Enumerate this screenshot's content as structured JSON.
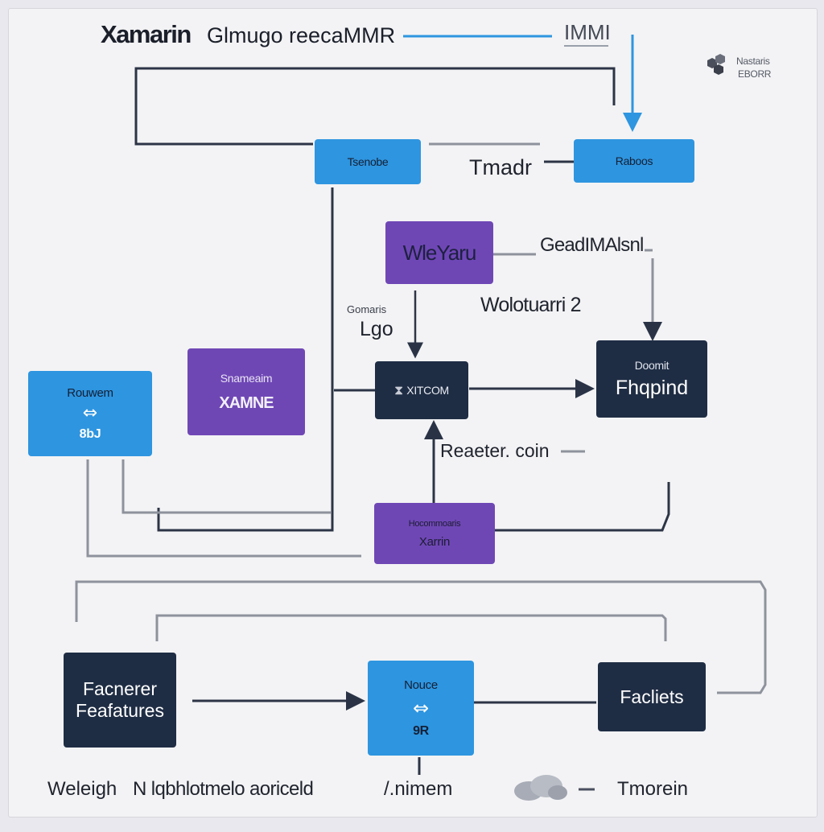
{
  "header": {
    "title": "Xamarin",
    "subtitle": "Glmugo reecaMMR",
    "tag": "IMMI"
  },
  "legend": {
    "line1": "Nastaris",
    "line2": "EBORR"
  },
  "nodes": {
    "tsenobe": "Tsenobe",
    "raboos": "Raboos",
    "wleyaru": "WleYaru",
    "snameaim": {
      "top": "Snameaim",
      "main": "XAMNE"
    },
    "xitcom": "XITCOM",
    "doomit": {
      "top": "Doomit",
      "main": "Fhqpind"
    },
    "rouwem": {
      "top": "Rouwem",
      "bottom": "8bJ"
    },
    "xarrin": {
      "top": "Hocommoaris",
      "main": "Xarrin"
    },
    "facnerer": {
      "line1": "Facnerer",
      "line2": "Feafatures"
    },
    "nouce": {
      "top": "Nouce",
      "bottom": "9R"
    },
    "facliets": "Facliets"
  },
  "labels": {
    "tmadr": "Tmadr",
    "geadimalsnl": "GeadIMAlsnl",
    "wolotuarri": "Wolotuarri 2",
    "gomaris": "Gomaris",
    "lgo": "Lgo",
    "reaetercoin": "Reaeter. coin"
  },
  "footer": {
    "left": "Weleigh",
    "mid": "N lqbhlotmelo aoriceld",
    "right": "/.nimem",
    "far": "Tmorein"
  },
  "colors": {
    "blue": "#2e95e0",
    "purple": "#6f47b5",
    "navy": "#1f2d44",
    "line": "#8d929c"
  }
}
